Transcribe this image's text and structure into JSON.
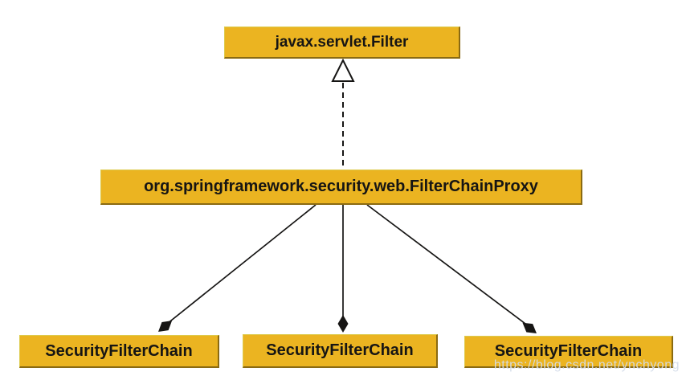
{
  "diagram": {
    "type": "uml-class-diagram",
    "nodes": [
      {
        "id": "filter",
        "label": "javax.servlet.Filter"
      },
      {
        "id": "proxy",
        "label": "org.springframework.security.web.FilterChainProxy"
      },
      {
        "id": "chain-left",
        "label": "SecurityFilterChain"
      },
      {
        "id": "chain-mid",
        "label": "SecurityFilterChain"
      },
      {
        "id": "chain-right",
        "label": "SecurityFilterChain"
      }
    ],
    "edges": [
      {
        "from": "proxy",
        "to": "filter",
        "type": "realization",
        "style": "dashed",
        "marker": "hollow-triangle"
      },
      {
        "from": "proxy",
        "to": "chain-left",
        "type": "composition",
        "style": "solid",
        "marker": "filled-diamond"
      },
      {
        "from": "proxy",
        "to": "chain-mid",
        "type": "composition",
        "style": "solid",
        "marker": "filled-diamond"
      },
      {
        "from": "proxy",
        "to": "chain-right",
        "type": "composition",
        "style": "solid",
        "marker": "filled-diamond"
      }
    ],
    "colors": {
      "node_fill": "#EBB421",
      "node_border_light": "#DDCB4E",
      "node_border_dark": "#8A6A12",
      "line": "#161514",
      "text": "#161514",
      "background": "#FFFFFF"
    }
  },
  "watermark": {
    "text": "https://blog.csdn.net/ynchyong",
    "color": "#D4DCE9"
  }
}
